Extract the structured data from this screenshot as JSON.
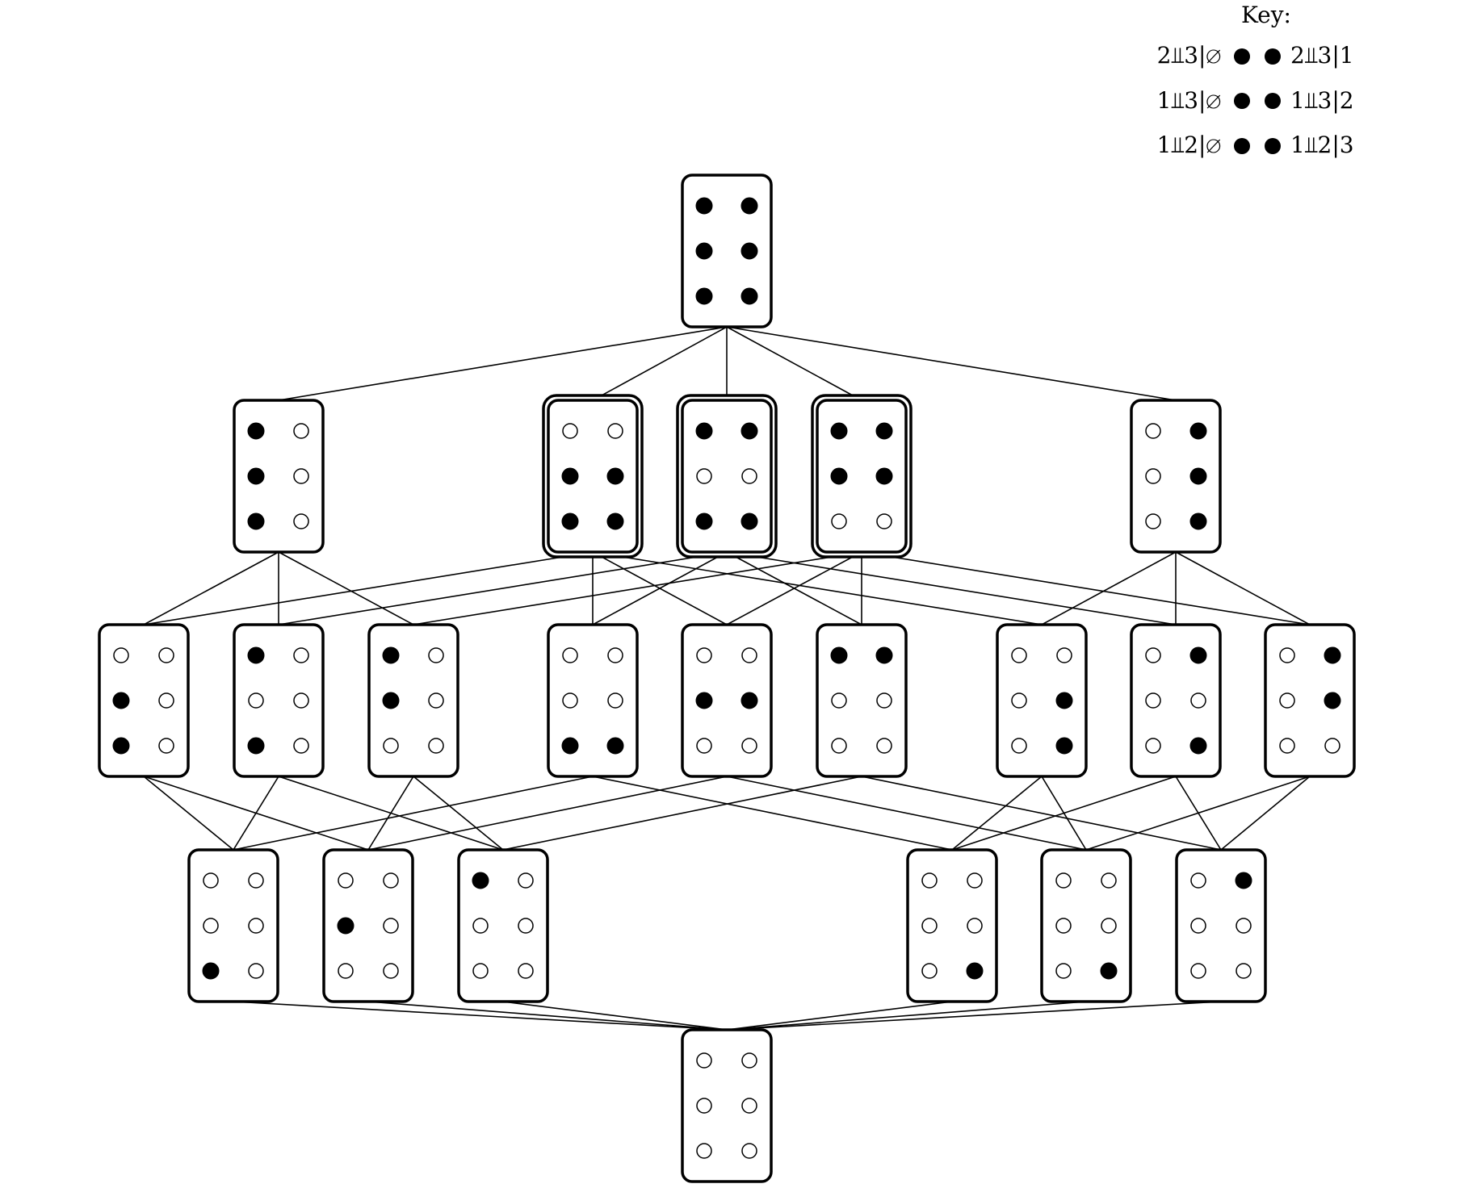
{
  "key": {
    "title": "Key:",
    "rows": [
      {
        "left": "2⫫3|∅",
        "right": "2⫫3|1"
      },
      {
        "left": "1⫫3|∅",
        "right": "1⫫3|2"
      },
      {
        "left": "1⫫2|∅",
        "right": "1⫫2|3"
      }
    ]
  },
  "colors": {
    "stroke": "#000000",
    "filled": "#000000",
    "empty": "#ffffff"
  },
  "nodes": [
    {
      "id": "top",
      "rank": 0,
      "dots": [
        [
          1,
          1
        ],
        [
          1,
          1
        ],
        [
          1,
          1
        ]
      ],
      "highlighted": false
    },
    {
      "id": "r1-a",
      "rank": 1,
      "dots": [
        [
          1,
          0
        ],
        [
          1,
          0
        ],
        [
          1,
          0
        ]
      ],
      "highlighted": false
    },
    {
      "id": "r1-b",
      "rank": 1,
      "dots": [
        [
          0,
          0
        ],
        [
          1,
          1
        ],
        [
          1,
          1
        ]
      ],
      "highlighted": true
    },
    {
      "id": "r1-c",
      "rank": 1,
      "dots": [
        [
          1,
          1
        ],
        [
          0,
          0
        ],
        [
          1,
          1
        ]
      ],
      "highlighted": true
    },
    {
      "id": "r1-d",
      "rank": 1,
      "dots": [
        [
          1,
          1
        ],
        [
          1,
          1
        ],
        [
          0,
          0
        ]
      ],
      "highlighted": true
    },
    {
      "id": "r1-e",
      "rank": 1,
      "dots": [
        [
          0,
          1
        ],
        [
          0,
          1
        ],
        [
          0,
          1
        ]
      ],
      "highlighted": false
    },
    {
      "id": "r2-a",
      "rank": 2,
      "dots": [
        [
          0,
          0
        ],
        [
          1,
          0
        ],
        [
          1,
          0
        ]
      ],
      "highlighted": false
    },
    {
      "id": "r2-b",
      "rank": 2,
      "dots": [
        [
          1,
          0
        ],
        [
          0,
          0
        ],
        [
          1,
          0
        ]
      ],
      "highlighted": false
    },
    {
      "id": "r2-c",
      "rank": 2,
      "dots": [
        [
          1,
          0
        ],
        [
          1,
          0
        ],
        [
          0,
          0
        ]
      ],
      "highlighted": false
    },
    {
      "id": "r2-d",
      "rank": 2,
      "dots": [
        [
          0,
          0
        ],
        [
          0,
          0
        ],
        [
          1,
          1
        ]
      ],
      "highlighted": false
    },
    {
      "id": "r2-e",
      "rank": 2,
      "dots": [
        [
          0,
          0
        ],
        [
          1,
          1
        ],
        [
          0,
          0
        ]
      ],
      "highlighted": false
    },
    {
      "id": "r2-f",
      "rank": 2,
      "dots": [
        [
          1,
          1
        ],
        [
          0,
          0
        ],
        [
          0,
          0
        ]
      ],
      "highlighted": false
    },
    {
      "id": "r2-g",
      "rank": 2,
      "dots": [
        [
          0,
          0
        ],
        [
          0,
          1
        ],
        [
          0,
          1
        ]
      ],
      "highlighted": false
    },
    {
      "id": "r2-h",
      "rank": 2,
      "dots": [
        [
          0,
          1
        ],
        [
          0,
          0
        ],
        [
          0,
          1
        ]
      ],
      "highlighted": false
    },
    {
      "id": "r2-i",
      "rank": 2,
      "dots": [
        [
          0,
          1
        ],
        [
          0,
          1
        ],
        [
          0,
          0
        ]
      ],
      "highlighted": false
    },
    {
      "id": "r3-a",
      "rank": 3,
      "dots": [
        [
          0,
          0
        ],
        [
          0,
          0
        ],
        [
          1,
          0
        ]
      ],
      "highlighted": false
    },
    {
      "id": "r3-b",
      "rank": 3,
      "dots": [
        [
          0,
          0
        ],
        [
          1,
          0
        ],
        [
          0,
          0
        ]
      ],
      "highlighted": false
    },
    {
      "id": "r3-c",
      "rank": 3,
      "dots": [
        [
          1,
          0
        ],
        [
          0,
          0
        ],
        [
          0,
          0
        ]
      ],
      "highlighted": false
    },
    {
      "id": "r3-d",
      "rank": 3,
      "dots": [
        [
          0,
          0
        ],
        [
          0,
          0
        ],
        [
          0,
          1
        ]
      ],
      "highlighted": false
    },
    {
      "id": "r3-e",
      "rank": 3,
      "dots": [
        [
          0,
          0
        ],
        [
          0,
          0
        ],
        [
          0,
          1
        ]
      ],
      "highlighted": false
    },
    {
      "id": "r3-f",
      "rank": 3,
      "dots": [
        [
          0,
          1
        ],
        [
          0,
          0
        ],
        [
          0,
          0
        ]
      ],
      "highlighted": false
    },
    {
      "id": "bottom",
      "rank": 4,
      "dots": [
        [
          0,
          0
        ],
        [
          0,
          0
        ],
        [
          0,
          0
        ]
      ],
      "highlighted": false
    }
  ],
  "nodes_note_fix": null,
  "edges": [
    [
      "top",
      "r1-a"
    ],
    [
      "top",
      "r1-b"
    ],
    [
      "top",
      "r1-c"
    ],
    [
      "top",
      "r1-d"
    ],
    [
      "top",
      "r1-e"
    ],
    [
      "r1-a",
      "r2-a"
    ],
    [
      "r1-a",
      "r2-b"
    ],
    [
      "r1-a",
      "r2-c"
    ],
    [
      "r1-b",
      "r2-a"
    ],
    [
      "r1-b",
      "r2-d"
    ],
    [
      "r1-b",
      "r2-e"
    ],
    [
      "r1-b",
      "r2-g"
    ],
    [
      "r1-c",
      "r2-b"
    ],
    [
      "r1-c",
      "r2-d"
    ],
    [
      "r1-c",
      "r2-f"
    ],
    [
      "r1-c",
      "r2-h"
    ],
    [
      "r1-d",
      "r2-c"
    ],
    [
      "r1-d",
      "r2-e"
    ],
    [
      "r1-d",
      "r2-f"
    ],
    [
      "r1-d",
      "r2-i"
    ],
    [
      "r1-e",
      "r2-g"
    ],
    [
      "r1-e",
      "r2-h"
    ],
    [
      "r1-e",
      "r2-i"
    ],
    [
      "r2-a",
      "r3-a"
    ],
    [
      "r2-a",
      "r3-b"
    ],
    [
      "r2-b",
      "r3-a"
    ],
    [
      "r2-b",
      "r3-c"
    ],
    [
      "r2-c",
      "r3-b"
    ],
    [
      "r2-c",
      "r3-c"
    ],
    [
      "r2-d",
      "r3-a"
    ],
    [
      "r2-d",
      "r3-d"
    ],
    [
      "r2-e",
      "r3-b"
    ],
    [
      "r2-e",
      "r3-e"
    ],
    [
      "r2-f",
      "r3-c"
    ],
    [
      "r2-f",
      "r3-f"
    ],
    [
      "r2-g",
      "r3-d"
    ],
    [
      "r2-g",
      "r3-e"
    ],
    [
      "r2-h",
      "r3-d"
    ],
    [
      "r2-h",
      "r3-f"
    ],
    [
      "r2-i",
      "r3-e"
    ],
    [
      "r2-i",
      "r3-f"
    ],
    [
      "r3-a",
      "bottom"
    ],
    [
      "r3-b",
      "bottom"
    ],
    [
      "r3-c",
      "bottom"
    ],
    [
      "r3-d",
      "bottom"
    ],
    [
      "r3-e",
      "bottom"
    ],
    [
      "r3-f",
      "bottom"
    ]
  ]
}
